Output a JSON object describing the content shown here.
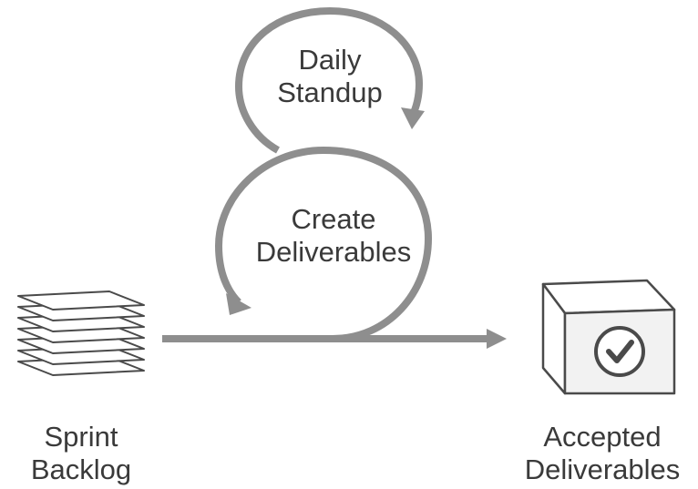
{
  "colors": {
    "loop": "#8e8e8e",
    "loop_dark": "#6f6f6f",
    "text": "#3a3a3a",
    "outline": "#4a4a4a",
    "box_face": "#f2f2f2"
  },
  "nodes": {
    "daily_standup": {
      "line1": "Daily",
      "line2": "Standup"
    },
    "create_deliverables": {
      "line1": "Create",
      "line2": "Deliverables"
    },
    "sprint_backlog": {
      "line1": "Sprint",
      "line2": "Backlog",
      "icon": "stacked-pages-icon"
    },
    "accepted_deliverables": {
      "line1": "Accepted",
      "line2": "Deliverables",
      "icon": "checkmark-box-icon"
    }
  }
}
